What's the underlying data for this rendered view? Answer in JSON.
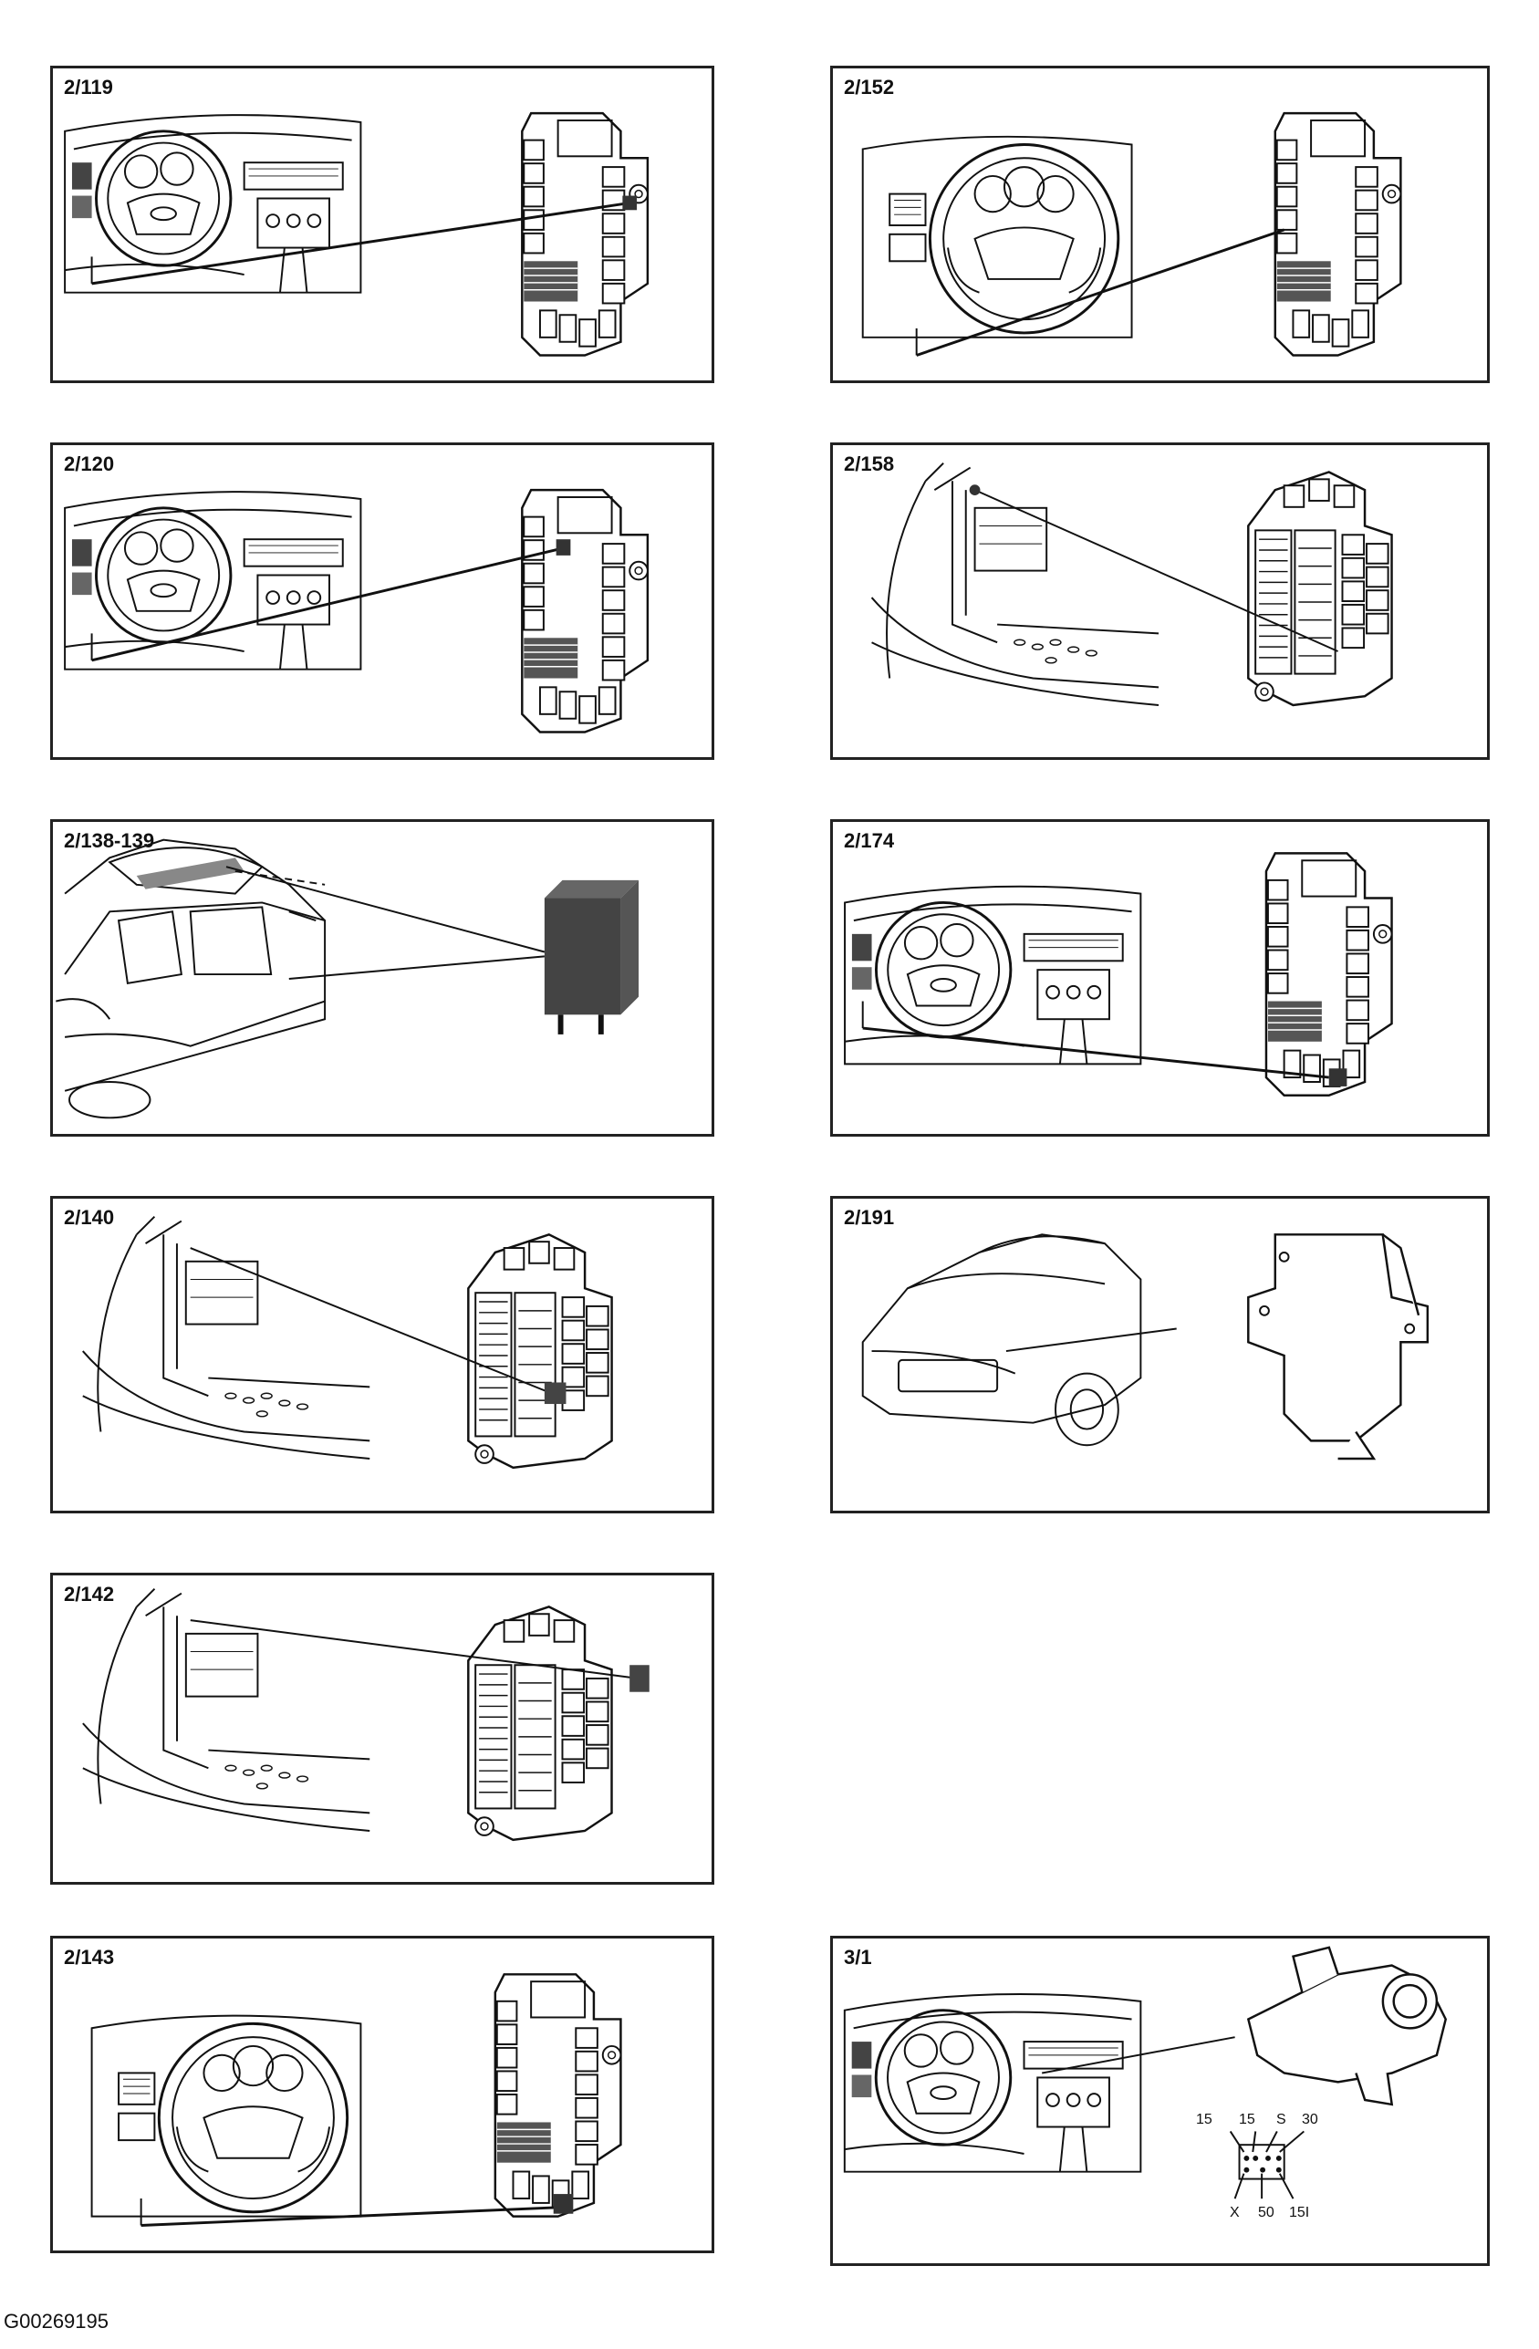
{
  "panels": {
    "p1": {
      "label": "2/119"
    },
    "p2": {
      "label": "2/152"
    },
    "p3": {
      "label": "2/120"
    },
    "p4": {
      "label": "2/158"
    },
    "p5": {
      "label": "2/138-139"
    },
    "p6": {
      "label": "2/174"
    },
    "p7": {
      "label": "2/140"
    },
    "p8": {
      "label": "2/191"
    },
    "p9": {
      "label": "2/142"
    },
    "p10": {
      "label": "2/143"
    },
    "p11": {
      "label": "3/1"
    }
  },
  "switch_pins": {
    "top": [
      "15",
      "15",
      "S",
      "30"
    ],
    "bottom": [
      "X",
      "50",
      "15I"
    ]
  },
  "footer": {
    "code": "G00269195"
  }
}
